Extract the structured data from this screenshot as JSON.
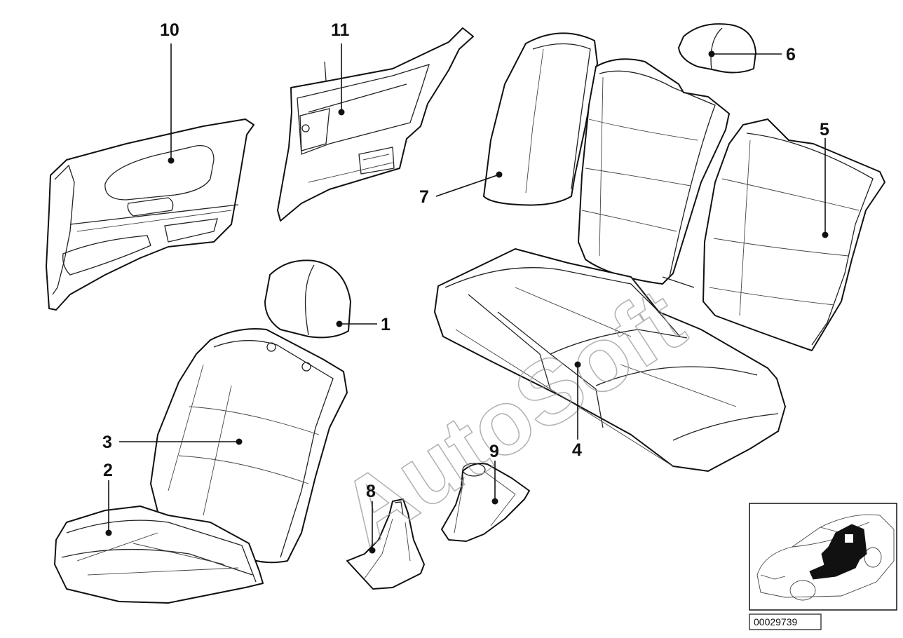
{
  "diagram": {
    "callouts": [
      {
        "id": "1",
        "label": "1",
        "part": "front-headrest"
      },
      {
        "id": "2",
        "label": "2",
        "part": "front-seat-cushion"
      },
      {
        "id": "3",
        "label": "3",
        "part": "front-seat-backrest"
      },
      {
        "id": "4",
        "label": "4",
        "part": "rear-seat-bench"
      },
      {
        "id": "5",
        "label": "5",
        "part": "rear-backrest-right"
      },
      {
        "id": "6",
        "label": "6",
        "part": "rear-headrest"
      },
      {
        "id": "7",
        "label": "7",
        "part": "side-bolster"
      },
      {
        "id": "8",
        "label": "8",
        "part": "gear-shift-boot"
      },
      {
        "id": "9",
        "label": "9",
        "part": "handbrake-boot"
      },
      {
        "id": "10",
        "label": "10",
        "part": "front-door-trim-panel"
      },
      {
        "id": "11",
        "label": "11",
        "part": "rear-side-trim-panel"
      }
    ],
    "watermark": "AutoSoft",
    "document_number": "00029739",
    "colors": {
      "line": "#111111",
      "background": "#ffffff",
      "watermark": "#9a9a9a"
    }
  }
}
